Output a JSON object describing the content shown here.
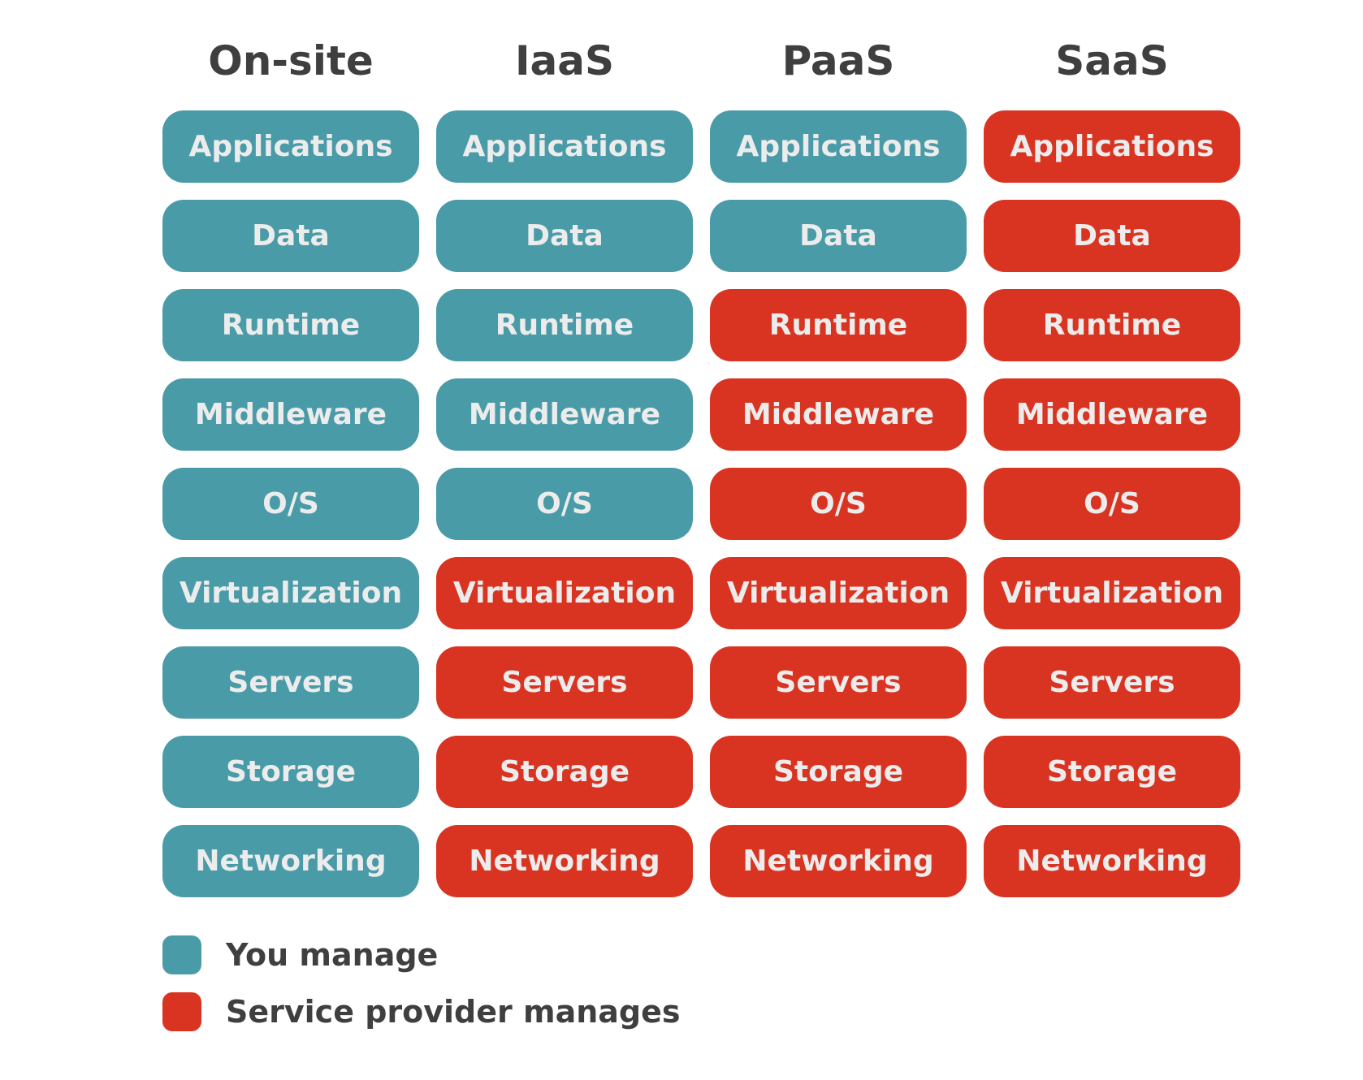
{
  "colors": {
    "you_manage": "#4a9ba8",
    "provider_manages": "#d93421",
    "heading_text": "#3f3f3f",
    "cell_text": "#ececec"
  },
  "columns": [
    {
      "title": "On-site",
      "cells": [
        {
          "label": "Applications",
          "managed_by": "you"
        },
        {
          "label": "Data",
          "managed_by": "you"
        },
        {
          "label": "Runtime",
          "managed_by": "you"
        },
        {
          "label": "Middleware",
          "managed_by": "you"
        },
        {
          "label": "O/S",
          "managed_by": "you"
        },
        {
          "label": "Virtualization",
          "managed_by": "you"
        },
        {
          "label": "Servers",
          "managed_by": "you"
        },
        {
          "label": "Storage",
          "managed_by": "you"
        },
        {
          "label": "Networking",
          "managed_by": "you"
        }
      ]
    },
    {
      "title": "IaaS",
      "cells": [
        {
          "label": "Applications",
          "managed_by": "you"
        },
        {
          "label": "Data",
          "managed_by": "you"
        },
        {
          "label": "Runtime",
          "managed_by": "you"
        },
        {
          "label": "Middleware",
          "managed_by": "you"
        },
        {
          "label": "O/S",
          "managed_by": "you"
        },
        {
          "label": "Virtualization",
          "managed_by": "provider"
        },
        {
          "label": "Servers",
          "managed_by": "provider"
        },
        {
          "label": "Storage",
          "managed_by": "provider"
        },
        {
          "label": "Networking",
          "managed_by": "provider"
        }
      ]
    },
    {
      "title": "PaaS",
      "cells": [
        {
          "label": "Applications",
          "managed_by": "you"
        },
        {
          "label": "Data",
          "managed_by": "you"
        },
        {
          "label": "Runtime",
          "managed_by": "provider"
        },
        {
          "label": "Middleware",
          "managed_by": "provider"
        },
        {
          "label": "O/S",
          "managed_by": "provider"
        },
        {
          "label": "Virtualization",
          "managed_by": "provider"
        },
        {
          "label": "Servers",
          "managed_by": "provider"
        },
        {
          "label": "Storage",
          "managed_by": "provider"
        },
        {
          "label": "Networking",
          "managed_by": "provider"
        }
      ]
    },
    {
      "title": "SaaS",
      "cells": [
        {
          "label": "Applications",
          "managed_by": "provider"
        },
        {
          "label": "Data",
          "managed_by": "provider"
        },
        {
          "label": "Runtime",
          "managed_by": "provider"
        },
        {
          "label": "Middleware",
          "managed_by": "provider"
        },
        {
          "label": "O/S",
          "managed_by": "provider"
        },
        {
          "label": "Virtualization",
          "managed_by": "provider"
        },
        {
          "label": "Servers",
          "managed_by": "provider"
        },
        {
          "label": "Storage",
          "managed_by": "provider"
        },
        {
          "label": "Networking",
          "managed_by": "provider"
        }
      ]
    }
  ],
  "legend": {
    "you_manage": "You manage",
    "provider_manages": "Service provider manages"
  }
}
